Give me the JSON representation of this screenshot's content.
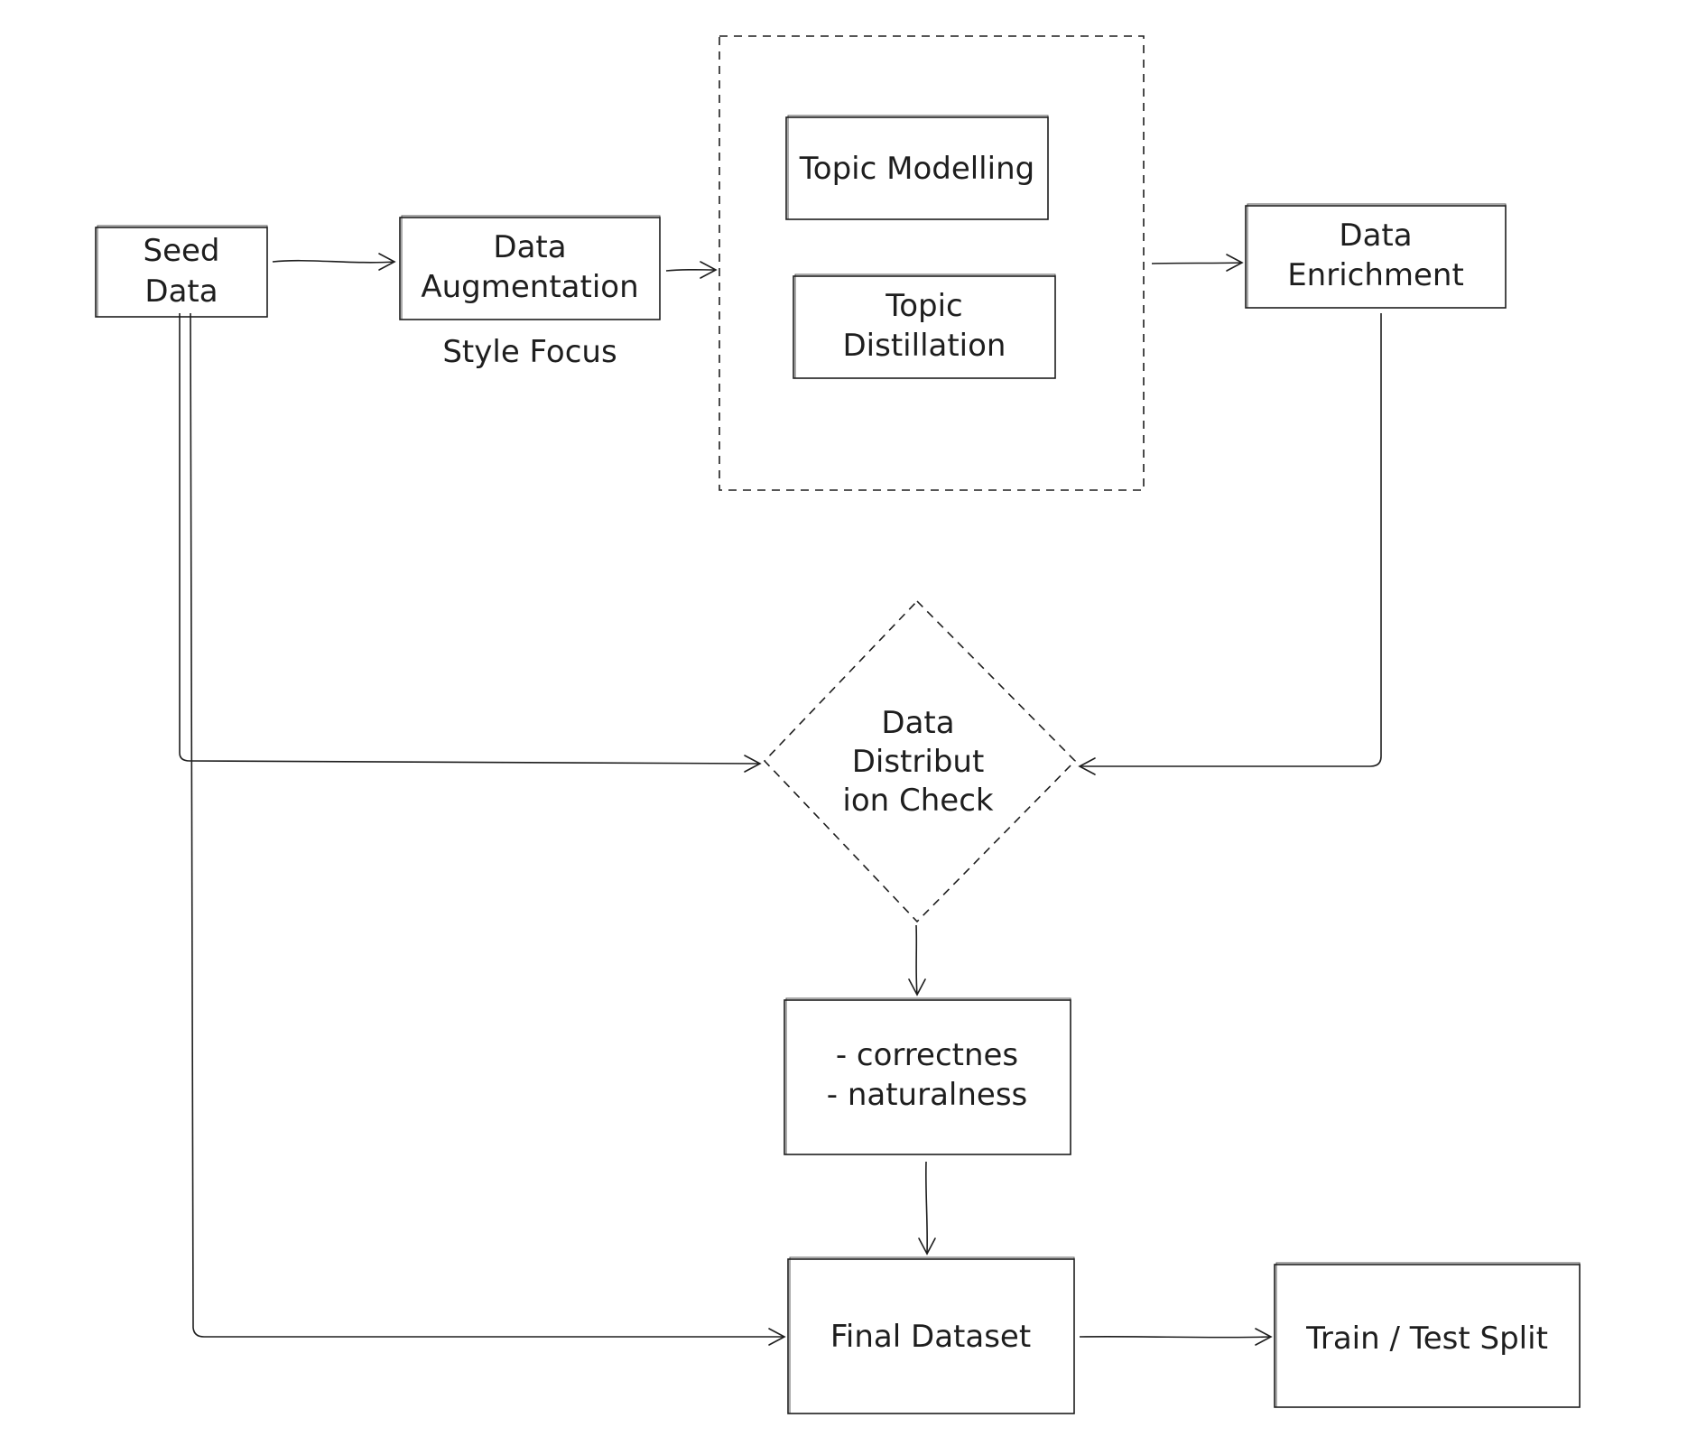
{
  "nodes": {
    "seed_data": {
      "lines": [
        "Seed",
        "Data"
      ]
    },
    "data_augmentation": {
      "lines": [
        "Data",
        "Augmentation"
      ]
    },
    "style_focus": "Style Focus",
    "topic_modelling": {
      "lines": [
        "Topic Modelling"
      ]
    },
    "topic_distillation": {
      "lines": [
        "Topic",
        "Distillation"
      ]
    },
    "data_enrichment": {
      "lines": [
        "Data",
        "Enrichment"
      ]
    },
    "data_distribution_check": {
      "lines": [
        "Data",
        "Distribut",
        "ion Check"
      ]
    },
    "quality_checks": {
      "lines": [
        "- correctnes",
        "- naturalness"
      ]
    },
    "final_dataset": {
      "lines": [
        "Final Dataset"
      ]
    },
    "train_test_split": {
      "lines": [
        "Train / Test Split"
      ]
    }
  },
  "colors": {
    "ink": "#1e1e1e",
    "background": "#ffffff"
  }
}
